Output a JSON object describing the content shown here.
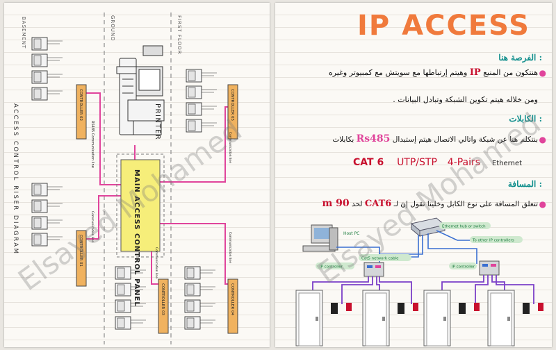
{
  "riser": {
    "floors": [
      "BASEMENT",
      "GROUND",
      "FIRST FLOOR"
    ],
    "title": "ACCESS CONTROL RISER DIAGRAM",
    "printer": "PRINTER",
    "panel": "MAIN ACCESS CONTROL PANEL",
    "controllers": [
      "CONTROLLER 02",
      "CONTROLLER 01",
      "CONTROLLER 03",
      "CONTROLLER 04",
      "CONTROLLER 05"
    ],
    "rs485": "RS485 Communication line",
    "comm": "Communication line"
  },
  "ip": {
    "title": "IP ACCESS",
    "sec1": "الفرصة هنا :",
    "line1a": "هنتكون من المنيع",
    "ip_word": "IP",
    "line1b": "وهيتم إرتباطها مع سويتش مع كمبيوتر وغيره",
    "line2": "ومن خلاله هيتم تكوين الشبكة وتبادل البيانات .",
    "sec2": "الكابلات :",
    "line3a": "بنتكلم هنا عن شبكة واتالي الاتصال هيتم إستبدال",
    "rs485": "Rs485",
    "line3b": "بكابلات",
    "cat6": "CAT 6",
    "utp": "UTP/STP",
    "pairs": "4-Pairs",
    "ethernet": "Ethernet",
    "sec3": "المسافة :",
    "line4a": "تتعلق المسافة على نوع الكابل وخلينا نقول إن لـ",
    "cat6b": "CAT6",
    "line4b": "لحد",
    "dist": "90 m",
    "net": {
      "host": "Host PC",
      "switch": "Ethernet hub or switch",
      "other": "To other IP controllers",
      "cable": "Cat5 network cable",
      "ipc": "IP controller",
      "ipc2": "IP controller"
    }
  },
  "watermark": "Elsayed Mohamed",
  "colors": {
    "pink": "#e0449b",
    "orange": "#f0b25f",
    "yellow": "#f6ee7a",
    "title_orange": "#f07a3c",
    "teal": "#128f8d",
    "red": "#c8102e"
  }
}
